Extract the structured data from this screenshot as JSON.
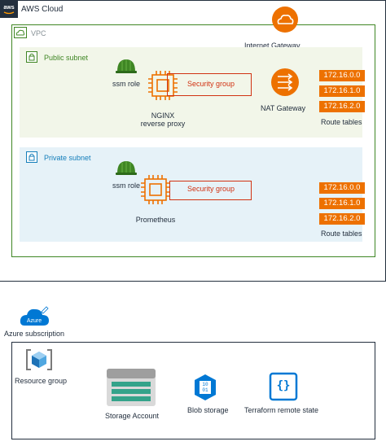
{
  "aws": {
    "cloud_label": "AWS Cloud",
    "vpc_label": "VPC",
    "internet_gateway_label": "Internet Gateway",
    "public_subnet": {
      "label": "Public subnet",
      "ssm_role_label": "ssm role",
      "security_group_label": "Security group",
      "instance_label_line1": "NGINX",
      "instance_label_line2": "reverse proxy",
      "nat_gateway_label": "NAT Gateway",
      "route_tables": [
        "172.16.0.0",
        "172.16.1.0",
        "172.16.2.0"
      ],
      "route_tables_label": "Route tables"
    },
    "private_subnet": {
      "label": "Private subnet",
      "ssm_role_label": "ssm role",
      "security_group_label": "Security group",
      "instance_label": "Prometheus",
      "route_tables": [
        "172.16.0.0",
        "172.16.1.0",
        "172.16.2.0"
      ],
      "route_tables_label": "Route tables"
    }
  },
  "azure": {
    "icon_text": "Azure",
    "subscription_label": "Azure subscription",
    "resource_group_label": "Resource group",
    "storage_account_label": "Storage Account",
    "blob_storage_label": "Blob storage",
    "blob_icon_text_line1": "10",
    "blob_icon_text_line2": "01",
    "terraform_label": "Terraform remote state",
    "terraform_icon_text": "{}"
  },
  "colors": {
    "aws_dark": "#232f3e",
    "vpc_green": "#3f8624",
    "public_subnet_bg": "#f2f6e9",
    "private_subnet_bg": "#e6f2f8",
    "private_blue": "#147eba",
    "ec2_orange": "#ed7100",
    "security_group_red": "#d13212",
    "helmet_green": "#3f8624",
    "azure_blue": "#0078d4",
    "storage_teal": "#34a38a"
  },
  "icons": [
    "aws-logo",
    "cloud-icon",
    "lock-icon",
    "helmet-icon",
    "ec2-instance-icon",
    "nat-gateway-icon",
    "internet-gateway-icon",
    "azure-icon",
    "resource-group-icon",
    "storage-account-icon",
    "blob-storage-icon",
    "terraform-state-icon"
  ]
}
